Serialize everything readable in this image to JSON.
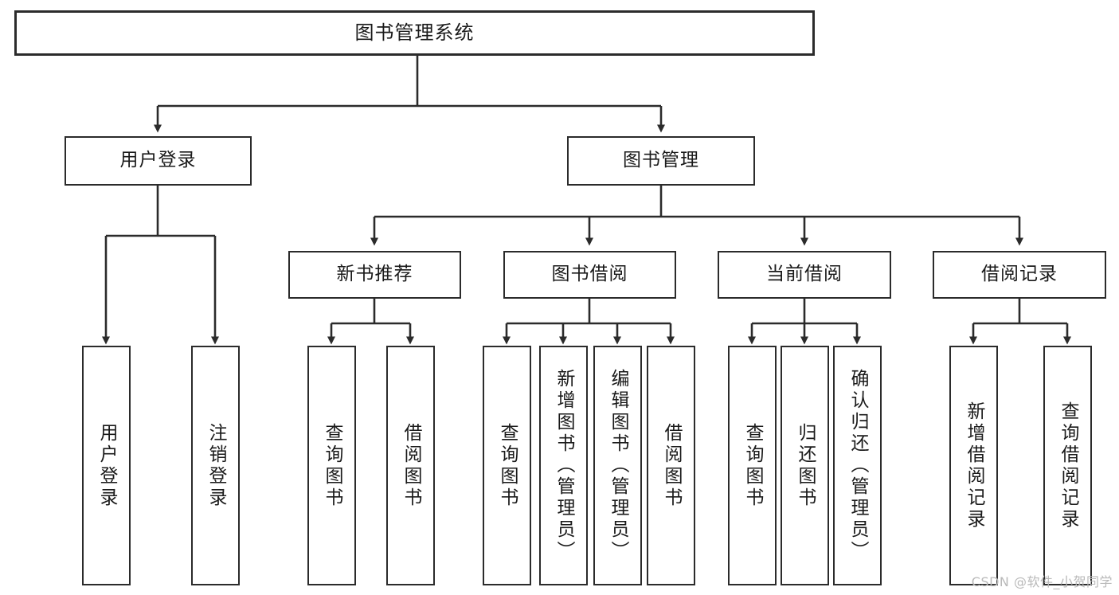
{
  "diagram": {
    "title": "图书管理系统",
    "type": "tree-hierarchy",
    "stroke_color": "#2b2b2b",
    "background_color": "#ffffff",
    "root": {
      "id": "root",
      "label": "图书管理系统"
    },
    "level2": [
      {
        "id": "user-login",
        "label": "用户登录"
      },
      {
        "id": "book-management",
        "label": "图书管理"
      }
    ],
    "level3": [
      {
        "id": "new-book-recommend",
        "label": "新书推荐"
      },
      {
        "id": "book-borrow",
        "label": "图书借阅"
      },
      {
        "id": "current-borrow",
        "label": "当前借阅"
      },
      {
        "id": "borrow-record",
        "label": "借阅记录"
      }
    ],
    "leaves": {
      "user_login": [
        {
          "id": "leaf-user-login",
          "label": "用户登录"
        },
        {
          "id": "leaf-logout-login",
          "label": "注销登录"
        }
      ],
      "new_book_recommend": [
        {
          "id": "leaf-query-book-1",
          "label": "查询图书"
        },
        {
          "id": "leaf-borrow-book-1",
          "label": "借阅图书"
        }
      ],
      "book_borrow": [
        {
          "id": "leaf-query-book-2",
          "label": "查询图书"
        },
        {
          "id": "leaf-add-book",
          "label": "新增图书（管理员）"
        },
        {
          "id": "leaf-edit-book",
          "label": "编辑图书（管理员）"
        },
        {
          "id": "leaf-borrow-book-2",
          "label": "借阅图书"
        }
      ],
      "current_borrow": [
        {
          "id": "leaf-query-book-3",
          "label": "查询图书"
        },
        {
          "id": "leaf-return-book",
          "label": "归还图书"
        },
        {
          "id": "leaf-confirm-return",
          "label": "确认归还（管理员）"
        }
      ],
      "borrow_record": [
        {
          "id": "leaf-add-record",
          "label": "新增借阅记录"
        },
        {
          "id": "leaf-query-record",
          "label": "查询借阅记录"
        }
      ]
    }
  },
  "watermark": {
    "text": "CSDN @软件_小贺同学"
  }
}
